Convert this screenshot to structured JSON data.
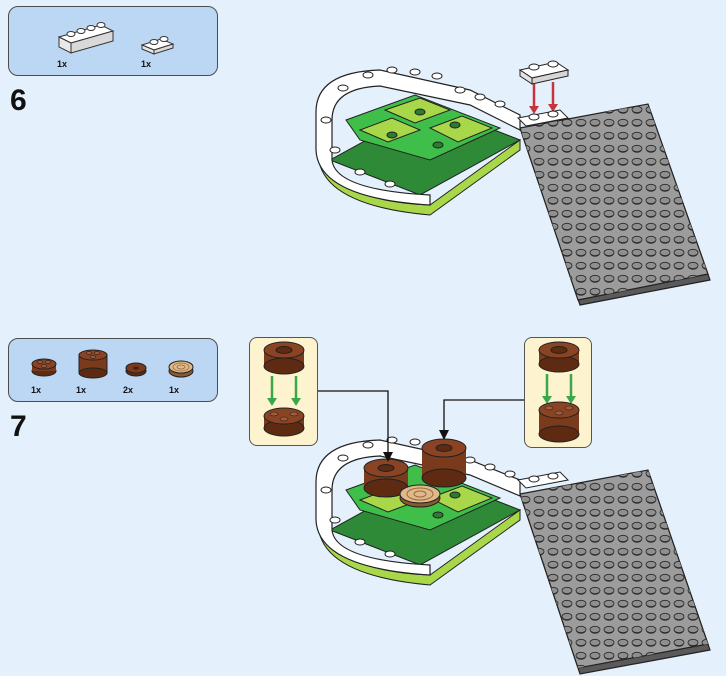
{
  "steps": [
    {
      "number": "6",
      "parts": [
        {
          "icon": "white-brick-1x4-icon",
          "qty": "1x"
        },
        {
          "icon": "white-plate-1x2-icon",
          "qty": "1x"
        }
      ]
    },
    {
      "number": "7",
      "parts": [
        {
          "icon": "brown-round-plate-2x2-icon",
          "qty": "1x"
        },
        {
          "icon": "brown-round-brick-2x2-icon",
          "qty": "1x"
        },
        {
          "icon": "brown-round-tile-1x1-icon",
          "qty": "2x"
        },
        {
          "icon": "wood-grain-round-tile-2x2-icon",
          "qty": "1x"
        }
      ]
    }
  ],
  "colors": {
    "background": "#e4f0fb",
    "parts_box": "#bcd7f4",
    "callout": "#fdf3cf",
    "brick_white": "#ffffff",
    "base_gray": "#9c9c9c",
    "lime": "#a8d84a",
    "green": "#3fbf4a",
    "brown": "#7a3a1c",
    "red_arrow": "#c8343c",
    "green_arrow": "#3aa84a"
  }
}
